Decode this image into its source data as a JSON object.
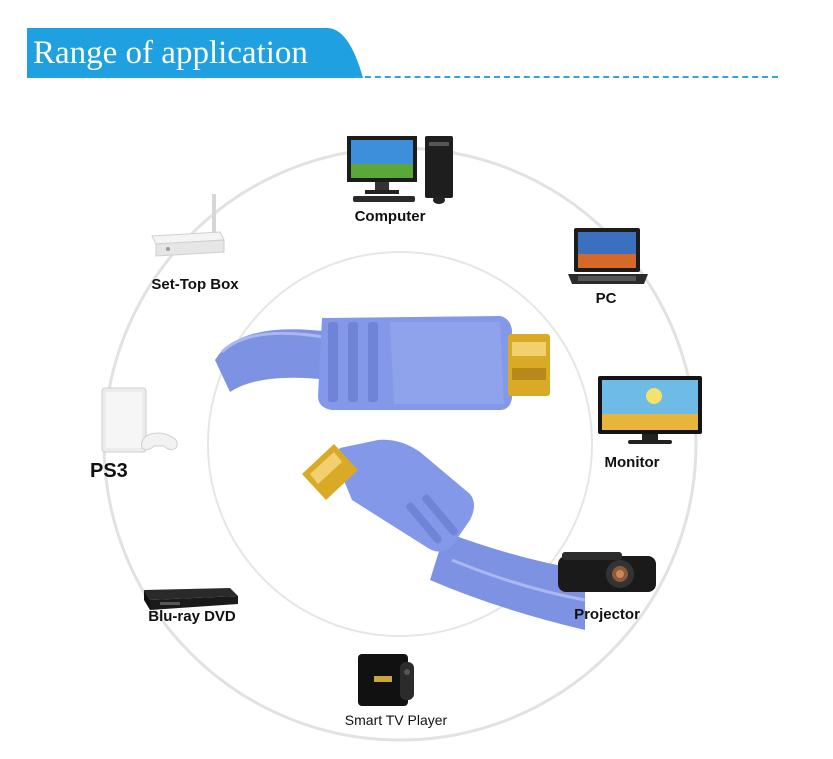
{
  "header": {
    "title": "Range of application"
  },
  "devices": {
    "computer": "Computer",
    "pc": "PC",
    "monitor": "Monitor",
    "projector": "Projector",
    "smart_tv_player": "Smart TV Player",
    "bluray_dvd": "Blu-ray DVD",
    "ps3": "PS3",
    "set_top_box": "Set-Top Box"
  },
  "colors": {
    "banner": "#1fa0e0",
    "cable": "#7f94e4",
    "connector": "#d9ad2a",
    "ring": "#e2e2e2"
  }
}
